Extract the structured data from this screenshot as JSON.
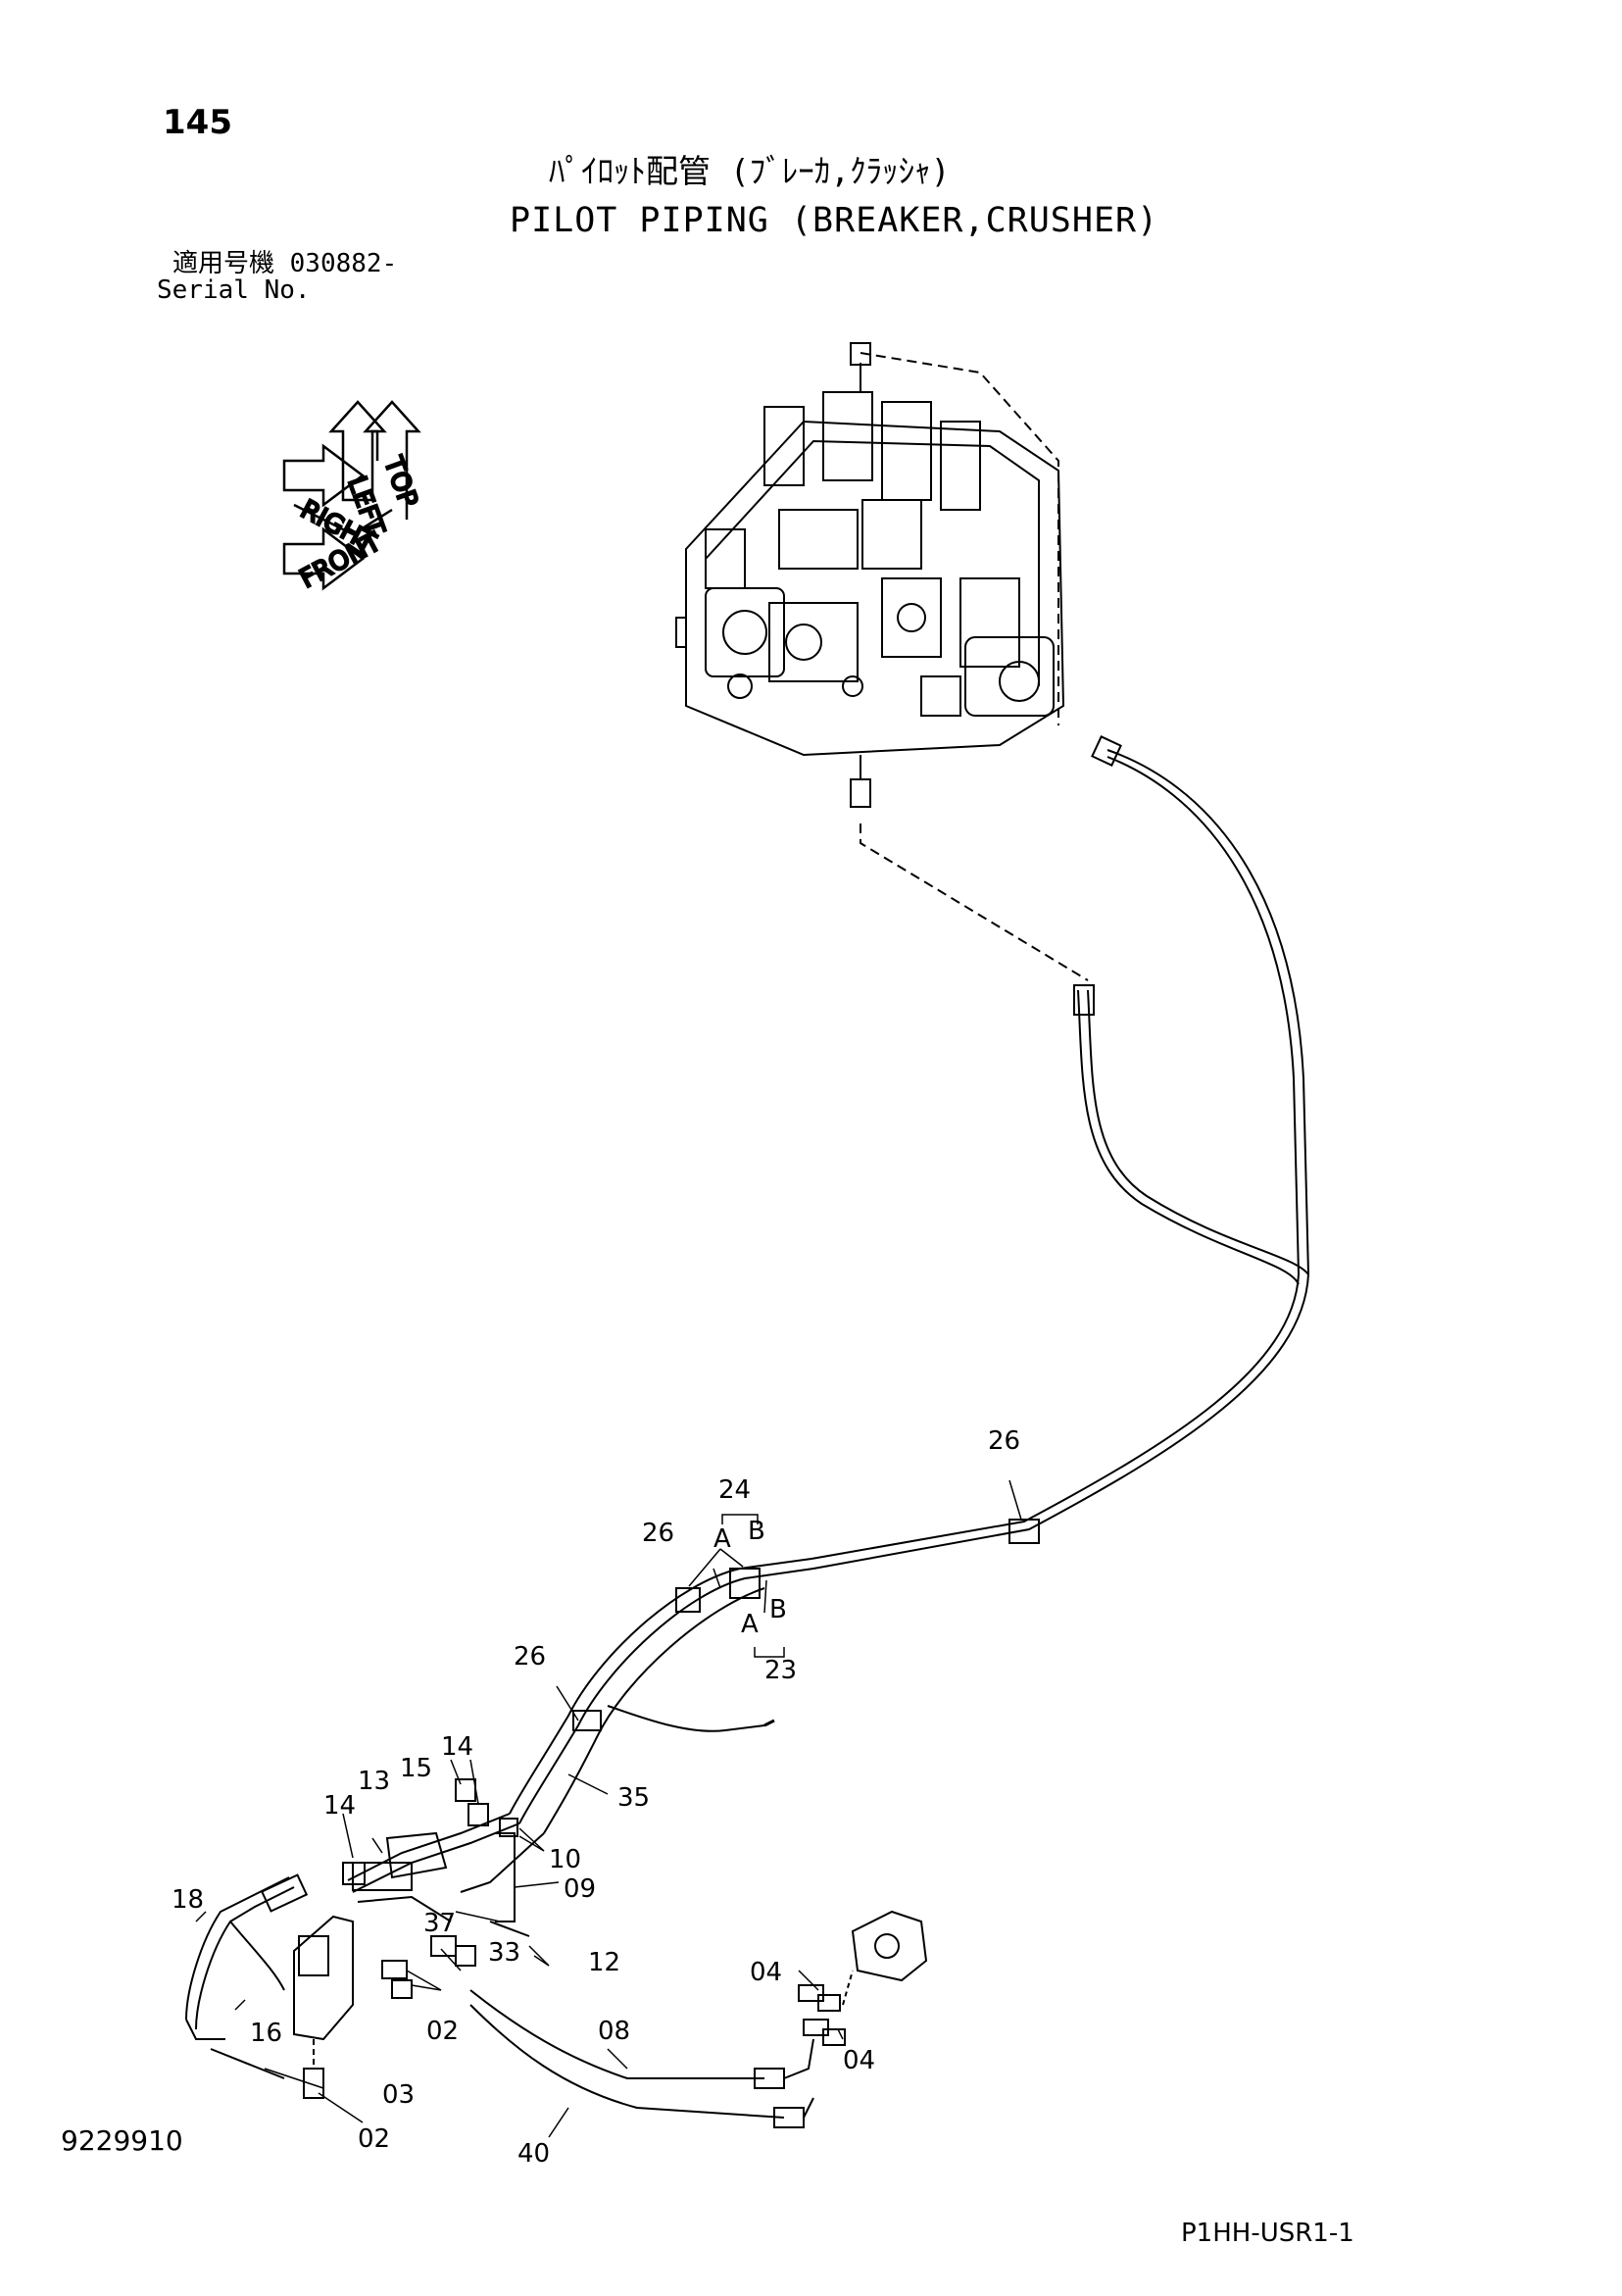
{
  "page_number": "145",
  "title_jp": "ﾊﾟｲﾛｯﾄ配管 (ﾌﾞﾚｰｶ,ｸﾗｯｼｬ)",
  "title_en": "PILOT PIPING (BREAKER,CRUSHER)",
  "serial_jp": "適用号機  030882-",
  "serial_en": "Serial No.",
  "figure_number": "9229910",
  "doc_code": "P1HH-USR1-1",
  "orientation_labels": {
    "top": "TOP",
    "left": "LEFT",
    "right": "RIGHT",
    "front": "FRONT"
  },
  "callouts": {
    "c24": "24",
    "c23": "23",
    "c26a": "26",
    "c26b": "26",
    "c26c": "26",
    "cA1": "A",
    "cB1": "B",
    "cA2": "A",
    "cB2": "B",
    "c14a": "14",
    "c14b": "14",
    "c13": "13",
    "c15": "15",
    "c35": "35",
    "c10": "10",
    "c09": "09",
    "c18": "18",
    "c37": "37",
    "c33": "33",
    "c12": "12",
    "c16": "16",
    "c02a": "02",
    "c02b": "02",
    "c03": "03",
    "c04a": "04",
    "c04b": "04",
    "c08": "08",
    "c40": "40"
  }
}
